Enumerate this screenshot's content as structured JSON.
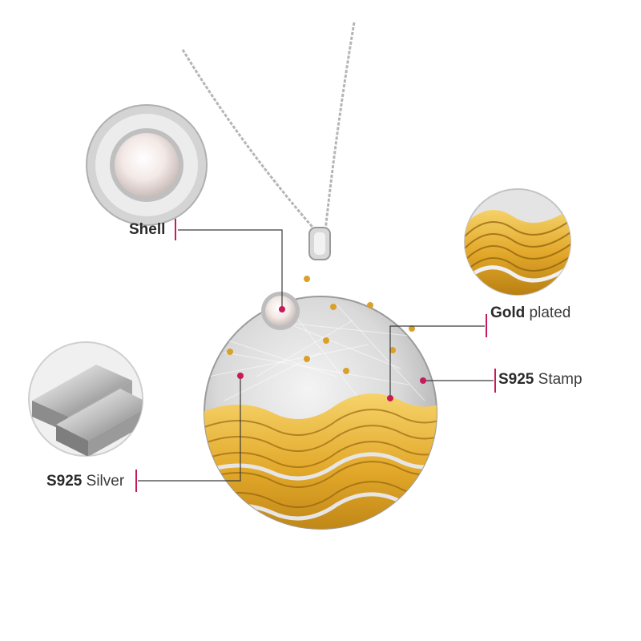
{
  "labels": {
    "shell": {
      "bold": "Shell",
      "light": ""
    },
    "gold": {
      "bold": "Gold",
      "light": " plated"
    },
    "stamp": {
      "bold": "S925",
      "light": " Stamp"
    },
    "silver": {
      "bold": "S925",
      "light": " Silver"
    }
  },
  "colors": {
    "accent": "#c8195a",
    "leader_line": "#3a3a3a",
    "gold": "#e1a82a",
    "silver": "#cfcfcf",
    "pearl": "#f3ebe8"
  },
  "icons": {
    "shell_inset": "pearl-icon",
    "gold_inset": "gold-wave-icon",
    "silver_inset": "silver-bar-icon",
    "pendant": "pendant-icon"
  }
}
